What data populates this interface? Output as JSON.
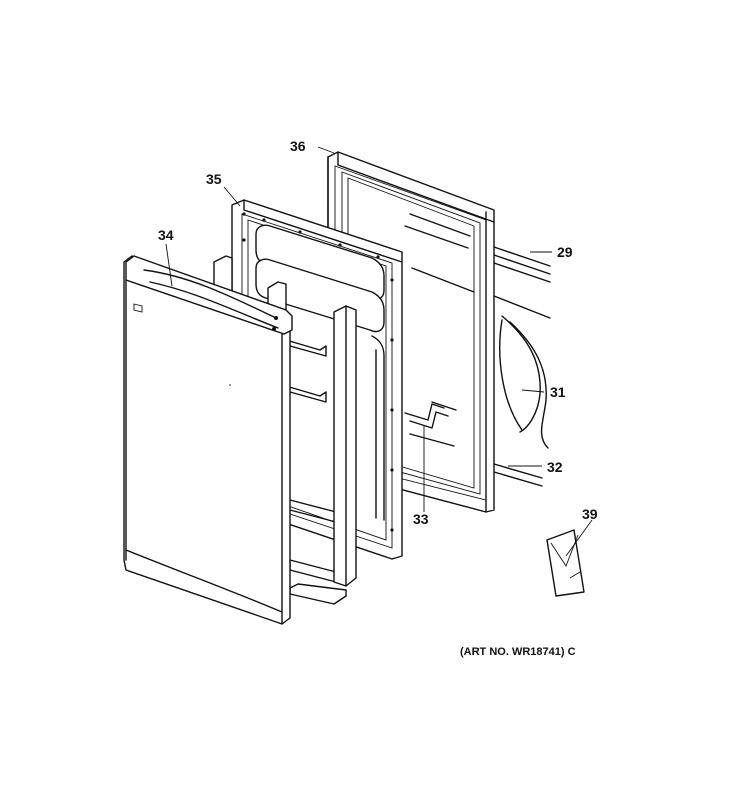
{
  "callouts": {
    "c29": "29",
    "c31": "31",
    "c32": "32",
    "c33": "33",
    "c34": "34",
    "c35": "35",
    "c36": "36",
    "c39": "39"
  },
  "art_number": "(ART NO. WR18741) C"
}
